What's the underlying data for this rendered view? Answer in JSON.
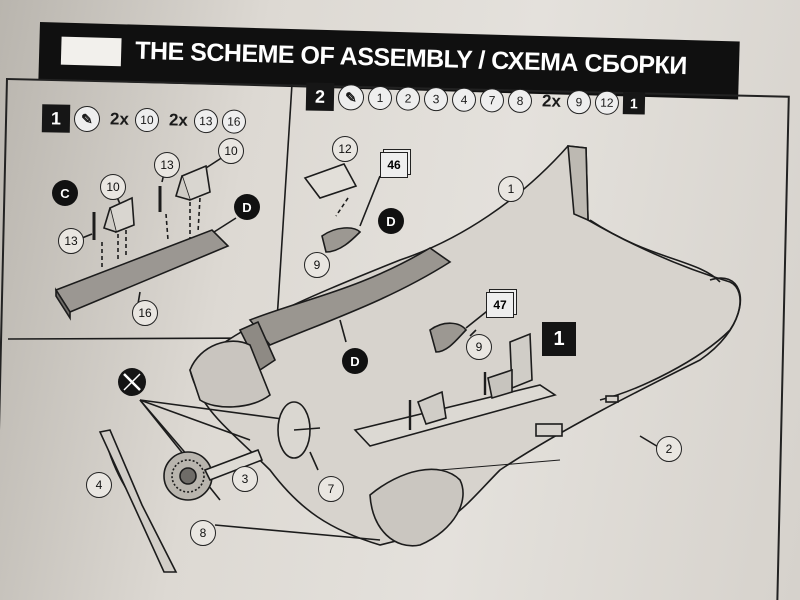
{
  "header": {
    "title": "THE SCHEME OF ASSEMBLY / СХЕМА СБОРКИ"
  },
  "step1": {
    "number": "1",
    "tool_icon": "glue-tube-icon",
    "qty_a": "2x",
    "part_a": "10",
    "qty_b": "2x",
    "part_b": "13",
    "part_c": "16",
    "callouts": [
      "10",
      "10",
      "13",
      "13",
      "16"
    ],
    "marks": [
      "C",
      "D"
    ]
  },
  "step2": {
    "number": "2",
    "tool_icon": "glue-tube-icon",
    "parts": [
      "1",
      "2",
      "3",
      "4",
      "7",
      "8"
    ],
    "qty": "2x",
    "qty_parts": [
      "9",
      "12"
    ],
    "ref_step": "1",
    "callouts": [
      "12",
      "1",
      "9",
      "9",
      "2",
      "3",
      "4",
      "7",
      "8"
    ],
    "decals": [
      "46",
      "47"
    ],
    "marks": [
      "D",
      "D"
    ],
    "inset_ref": "1"
  },
  "colors": {
    "ink": "#161616",
    "paper": "#e4e1dc",
    "banner": "#101010"
  }
}
